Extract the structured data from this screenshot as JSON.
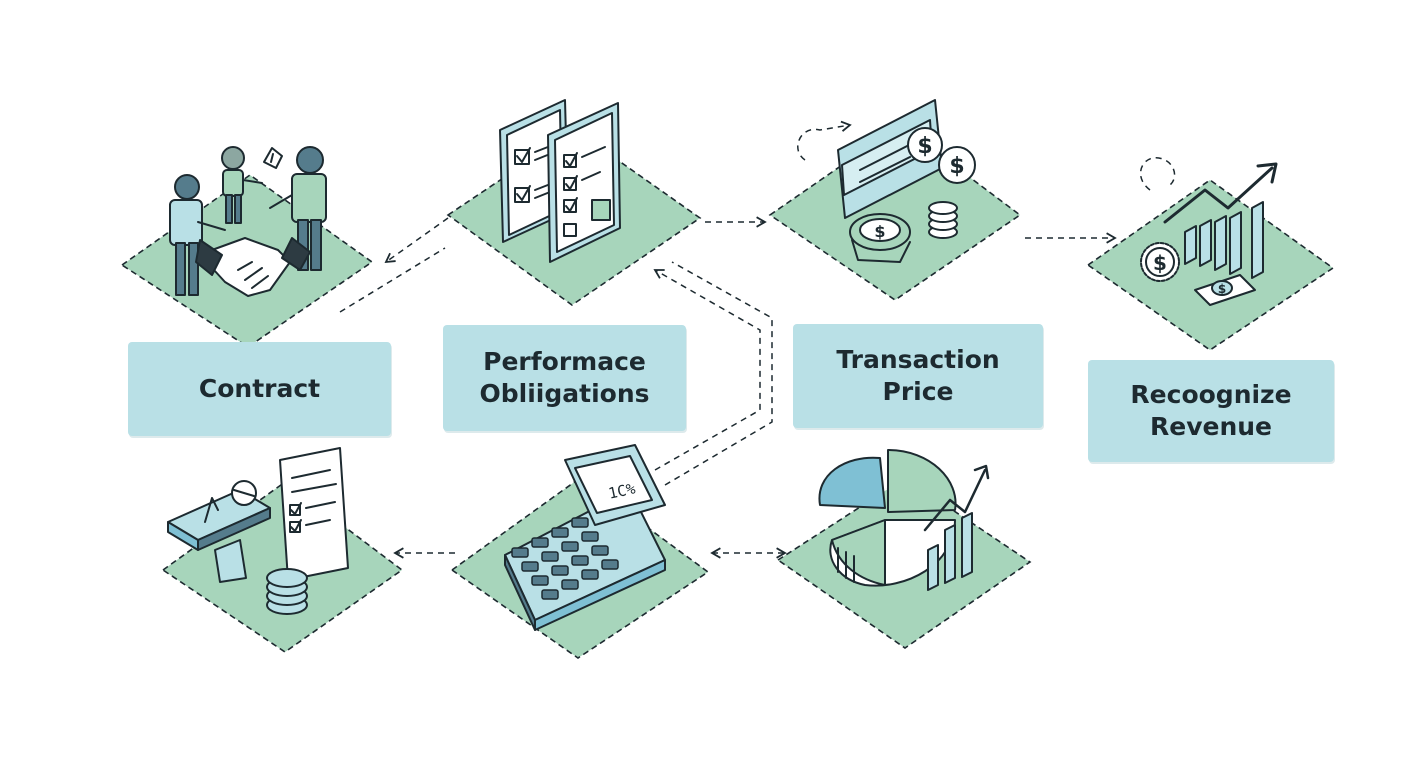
{
  "labels": {
    "contract": [
      "Contract"
    ],
    "performance": [
      "Performace",
      "Obliigations"
    ],
    "price": [
      "Transaction",
      "Price"
    ],
    "revenue": [
      "Recoognize",
      "Revenue"
    ]
  },
  "calculator_display": "1C%",
  "icons": [
    "people-handshake-icon",
    "checklist-icon",
    "money-bill-icon",
    "revenue-growth-icon",
    "signing-document-icon",
    "calculator-icon",
    "pie-chart-icon"
  ],
  "colors": {
    "tile_fill": "#a7d5bb",
    "label_bg": "#b9e0e6",
    "accent_blue": "#7fc0d4",
    "ink": "#1d2a30"
  }
}
